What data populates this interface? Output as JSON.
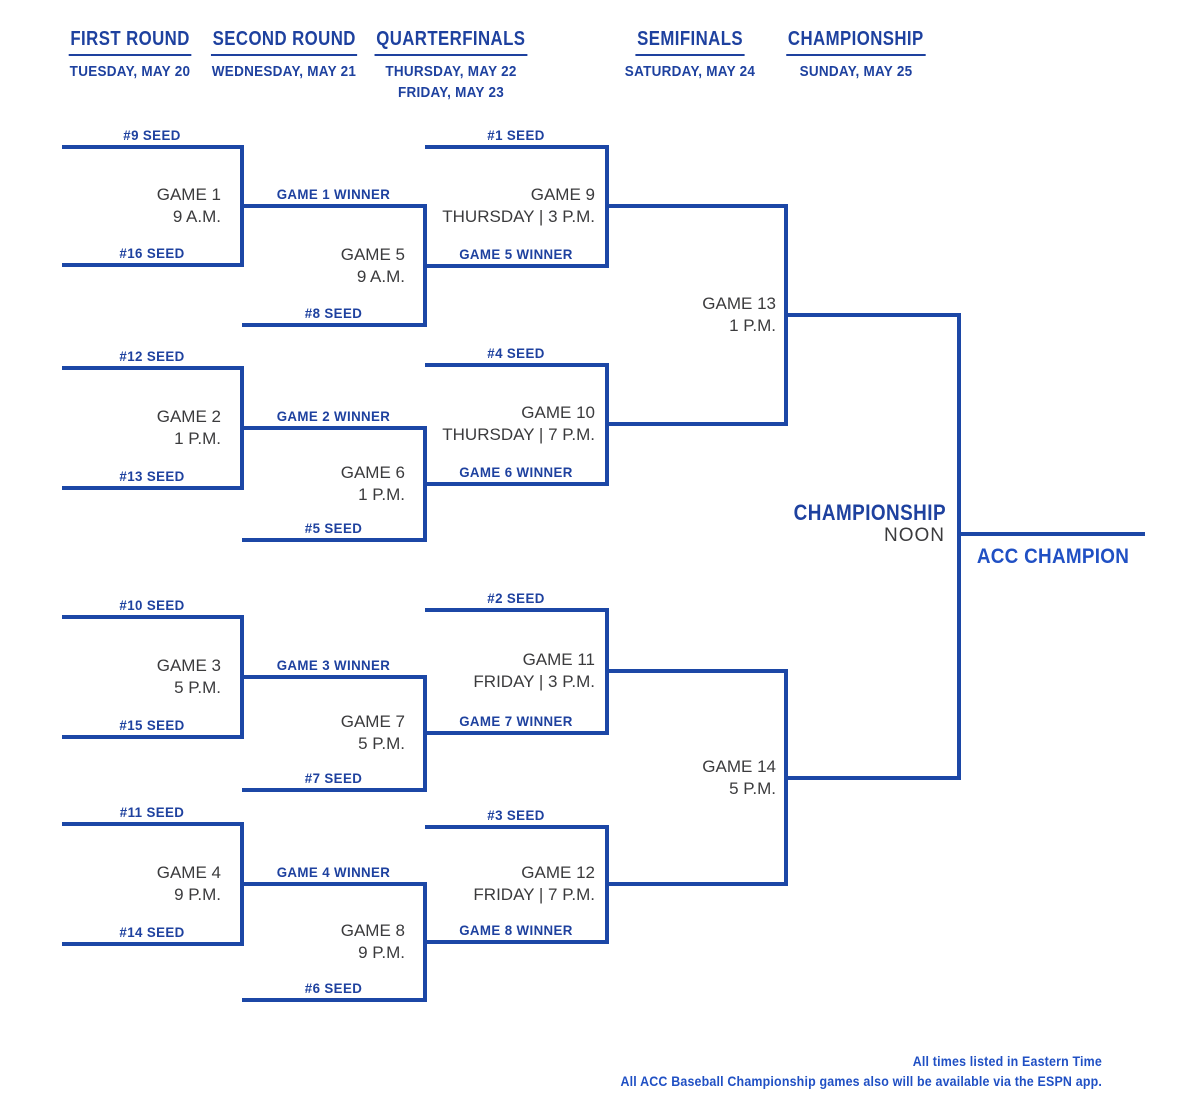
{
  "colors": {
    "bracket_line": "#1c47a6",
    "label_navy": "#1e419f",
    "accent_royal": "#2050c4",
    "game_text_gray": "#3b3b3d",
    "background": "#ffffff"
  },
  "columns": [
    {
      "title": "FIRST ROUND",
      "dates": [
        "TUESDAY, MAY 20"
      ]
    },
    {
      "title": "SECOND ROUND",
      "dates": [
        "WEDNESDAY, MAY 21"
      ]
    },
    {
      "title": "QUARTERFINALS",
      "dates": [
        "THURSDAY, MAY 22",
        "FRIDAY, MAY 23"
      ]
    },
    {
      "title": "SEMIFINALS",
      "dates": [
        "SATURDAY, MAY 24"
      ]
    },
    {
      "title": "CHAMPIONSHIP",
      "dates": [
        "SUNDAY, MAY 25"
      ]
    }
  ],
  "first_round": [
    {
      "top_seed": "#9 SEED",
      "bottom_seed": "#16 SEED",
      "game": "GAME 1",
      "time": "9 A.M."
    },
    {
      "top_seed": "#12 SEED",
      "bottom_seed": "#13 SEED",
      "game": "GAME 2",
      "time": "1 P.M."
    },
    {
      "top_seed": "#10 SEED",
      "bottom_seed": "#15 SEED",
      "game": "GAME 3",
      "time": "5 P.M."
    },
    {
      "top_seed": "#11 SEED",
      "bottom_seed": "#14 SEED",
      "game": "GAME 4",
      "time": "9 P.M."
    }
  ],
  "second_round": [
    {
      "winner_label": "GAME 1 WINNER",
      "opponent_seed": "#8 SEED",
      "game": "GAME 5",
      "time": "9 A.M."
    },
    {
      "winner_label": "GAME 2 WINNER",
      "opponent_seed": "#5 SEED",
      "game": "GAME 6",
      "time": "1 P.M."
    },
    {
      "winner_label": "GAME 3 WINNER",
      "opponent_seed": "#7 SEED",
      "game": "GAME 7",
      "time": "5 P.M."
    },
    {
      "winner_label": "GAME 4 WINNER",
      "opponent_seed": "#6 SEED",
      "game": "GAME 8",
      "time": "9 P.M."
    }
  ],
  "quarterfinals": [
    {
      "top_seed": "#1 SEED",
      "feeder_label": "GAME 5 WINNER",
      "game": "GAME 9",
      "schedule": "THURSDAY | 3 P.M."
    },
    {
      "top_seed": "#4 SEED",
      "feeder_label": "GAME 6 WINNER",
      "game": "GAME 10",
      "schedule": "THURSDAY | 7 P.M."
    },
    {
      "top_seed": "#2 SEED",
      "feeder_label": "GAME 7 WINNER",
      "game": "GAME 11",
      "schedule": "FRIDAY | 3 P.M."
    },
    {
      "top_seed": "#3 SEED",
      "feeder_label": "GAME 8 WINNER",
      "game": "GAME 12",
      "schedule": "FRIDAY | 7 P.M."
    }
  ],
  "semifinals": [
    {
      "game": "GAME 13",
      "time": "1 P.M."
    },
    {
      "game": "GAME 14",
      "time": "5 P.M."
    }
  ],
  "championship": {
    "label": "CHAMPIONSHIP",
    "time": "NOON",
    "champion_label": "ACC CHAMPION"
  },
  "footer": {
    "line1": "All times listed in Eastern Time",
    "line2": "All ACC Baseball Championship games also will be available via the ESPN app."
  }
}
